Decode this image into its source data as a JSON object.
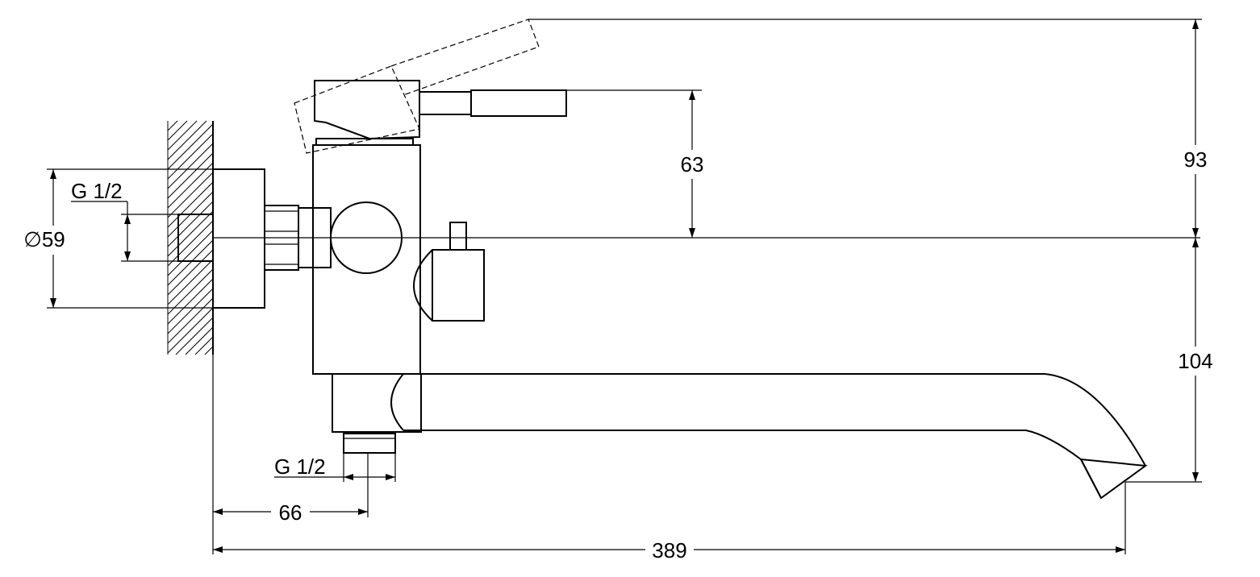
{
  "dimensions": {
    "thread_wall": "G 1/2",
    "diameter_flange": "∅59",
    "handle_height": "63",
    "total_height": "93",
    "spout_height": "104",
    "thread_bottom": "G 1/2",
    "outlet_offset": "66",
    "spout_length": "389"
  }
}
